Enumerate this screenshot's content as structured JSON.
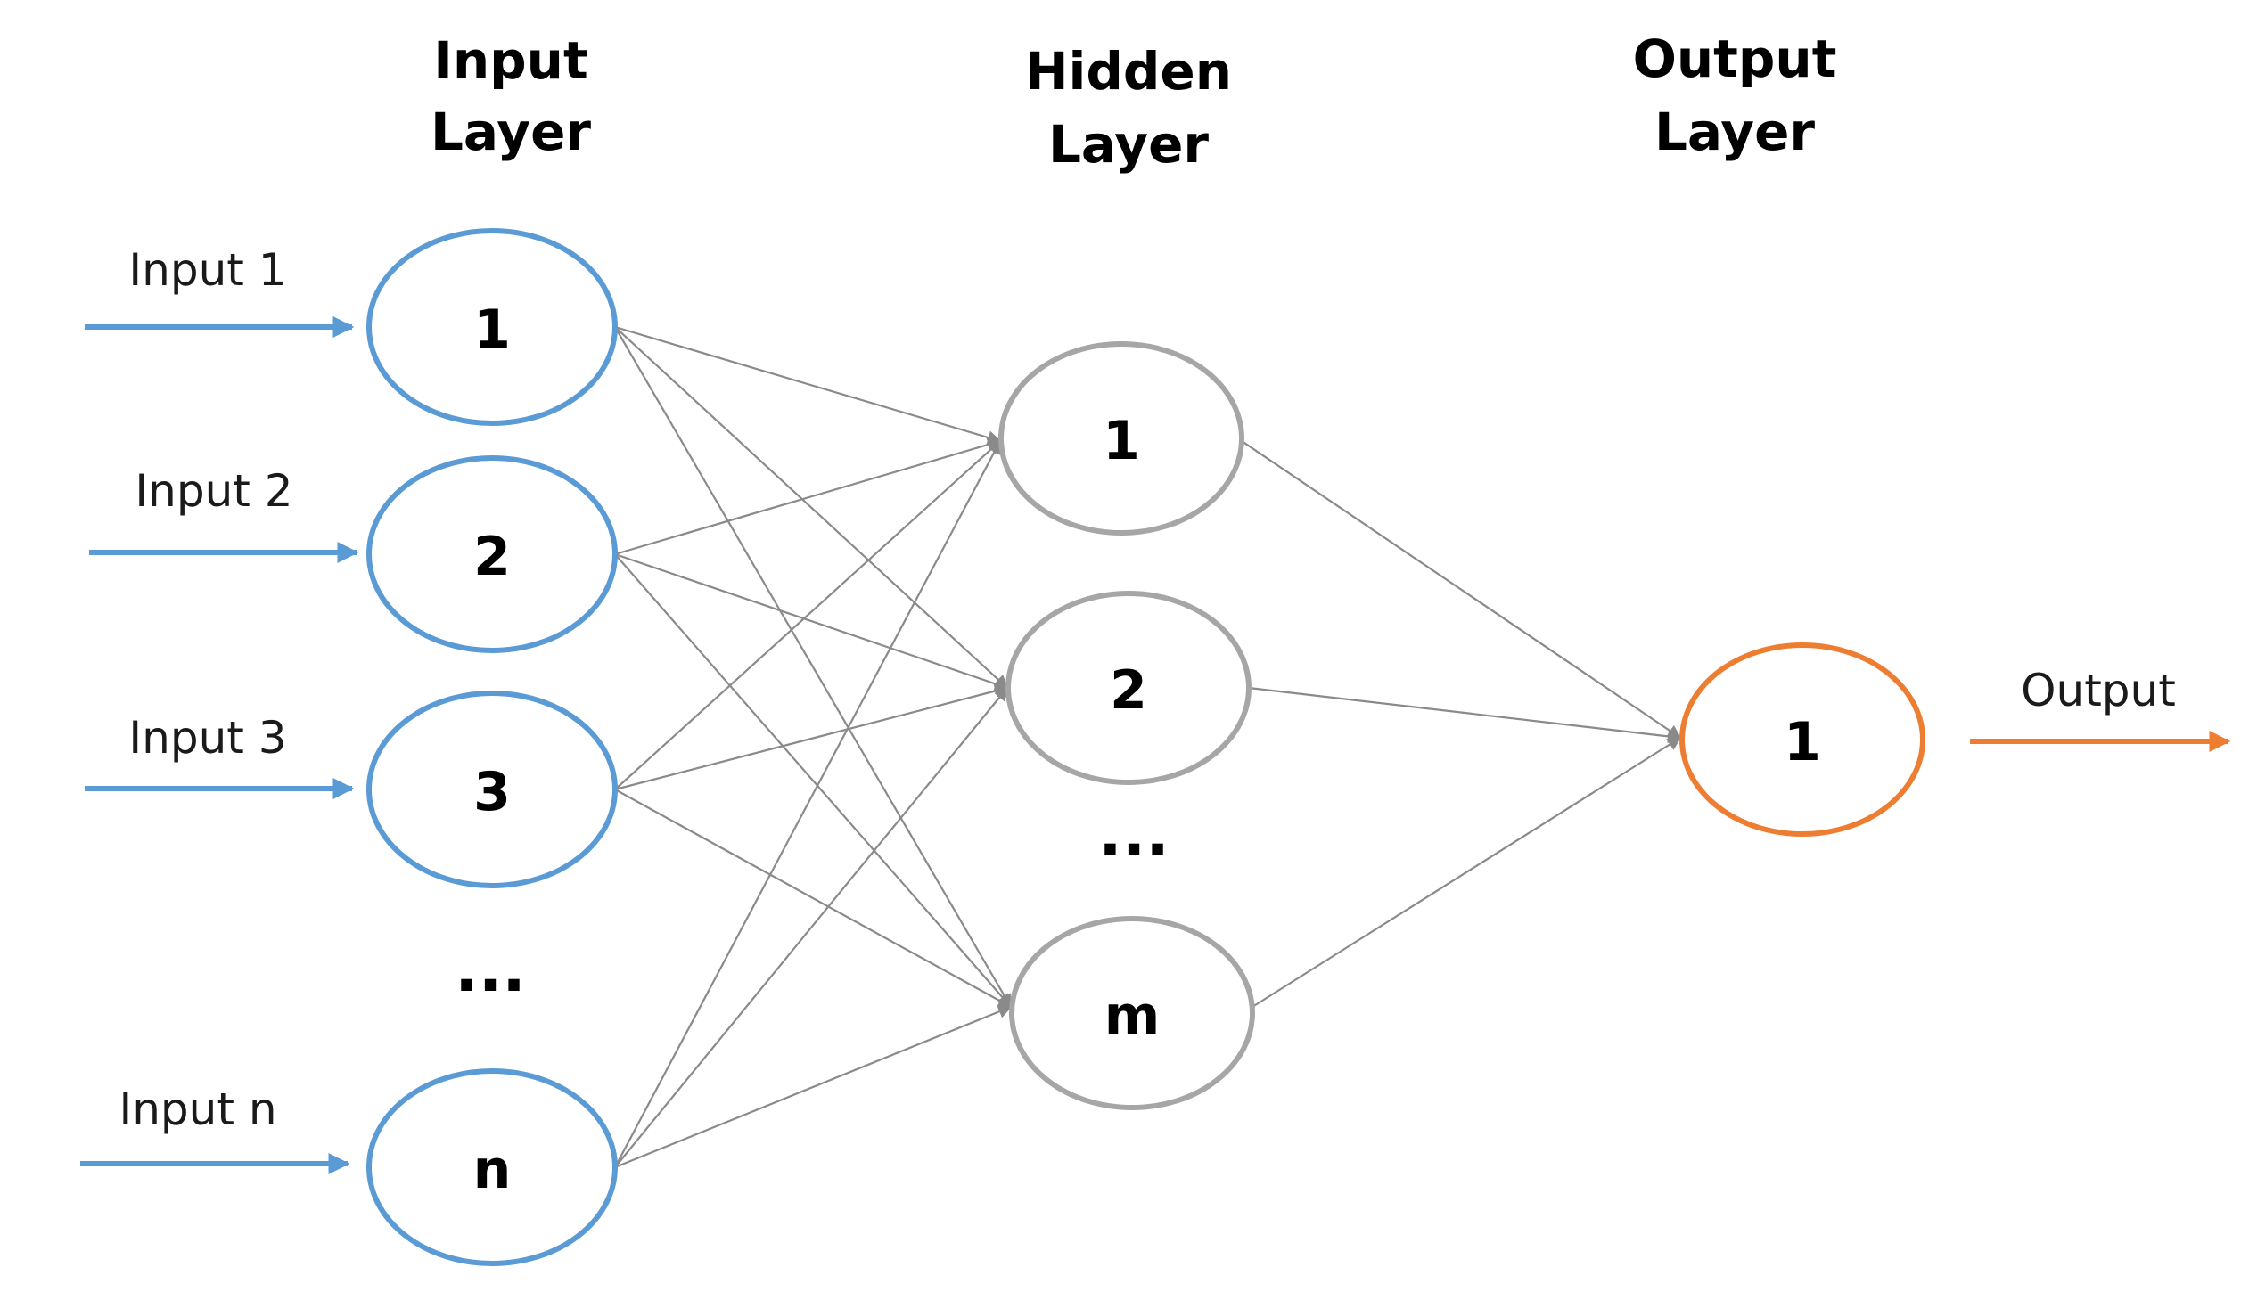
{
  "layers": {
    "input": {
      "title_line1": "Input",
      "title_line2": "Layer"
    },
    "hidden": {
      "title_line1": "Hidden",
      "title_line2": "Layer"
    },
    "output": {
      "title_line1": "Output",
      "title_line2": "Layer"
    }
  },
  "input_nodes": [
    "1",
    "2",
    "3",
    "n"
  ],
  "hidden_nodes": [
    "1",
    "2",
    "m"
  ],
  "output_nodes": [
    "1"
  ],
  "input_labels": [
    "Input 1",
    "Input 2",
    "Input 3",
    "Input n"
  ],
  "output_label": "Output",
  "ellipsis": "...",
  "colors": {
    "input": "#5b9bd5",
    "hidden": "#a6a6a6",
    "output": "#ed7d31",
    "connection": "#8a8a8a"
  }
}
